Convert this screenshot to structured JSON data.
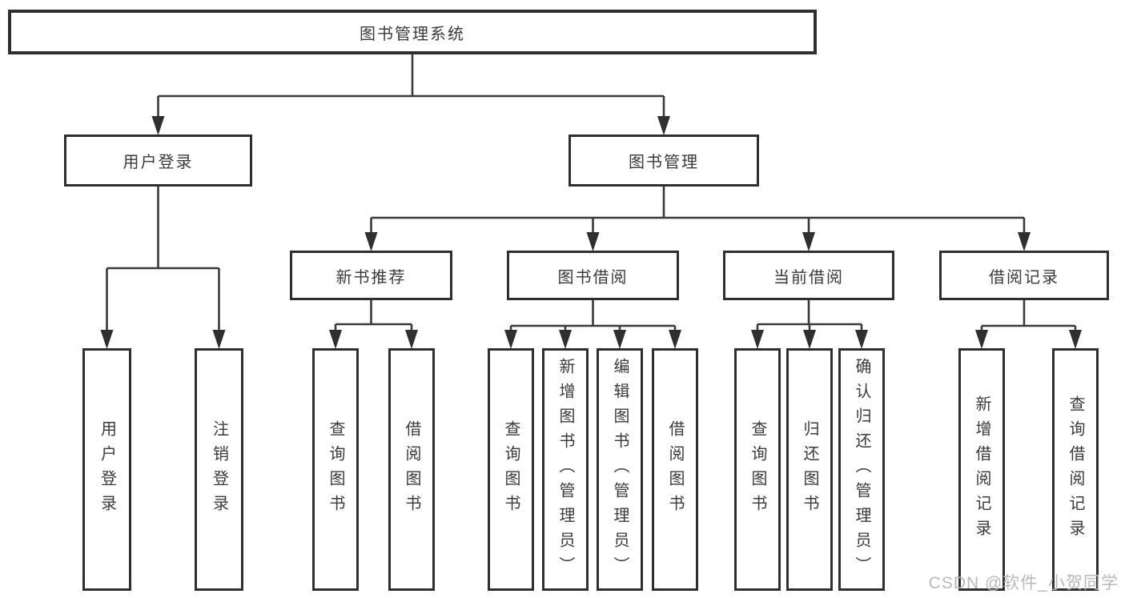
{
  "diagram": {
    "root": "图书管理系统",
    "level2": {
      "user_login": "用户登录",
      "book_management": "图书管理"
    },
    "level3": {
      "new_book_recommend": "新书推荐",
      "book_borrow": "图书借阅",
      "current_borrow": "当前借阅",
      "borrow_records": "借阅记录"
    },
    "level4": {
      "user_login_leaf": "用户登录",
      "logout_leaf": "注销登录",
      "query_book_under_recommend": "查询图书",
      "borrow_book_under_recommend": "借阅图书",
      "query_book_under_borrow": "查询图书",
      "add_book_admin": "新增图书（管理员）",
      "edit_book_admin": "编辑图书（管理员）",
      "borrow_book_under_borrow": "借阅图书",
      "query_book_under_current": "查询图书",
      "return_book": "归还图书",
      "confirm_return_admin": "确认归还（管理员）",
      "add_borrow_record": "新增借阅记录",
      "query_borrow_record": "查询借阅记录"
    },
    "line_color": "#3a3a3a",
    "border_color": "#2f2f2f"
  },
  "watermark": "CSDN @软件_小贺同学"
}
